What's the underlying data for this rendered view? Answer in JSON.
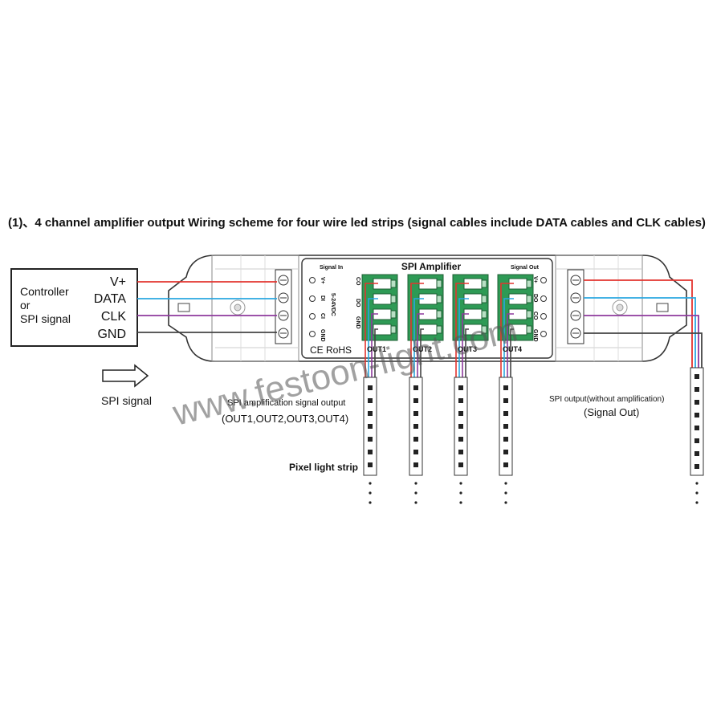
{
  "title": "(1)、4 channel amplifier output Wiring scheme for four wire led strips (signal cables include DATA cables and CLK cables)",
  "controller": {
    "line1": "Controller",
    "line2": "or",
    "line3": "SPI signal",
    "terminals": [
      "V+",
      "DATA",
      "CLK",
      "GND"
    ]
  },
  "spi_signal_label": "SPI signal",
  "amplifier": {
    "name": "SPI Amplifier",
    "signal_in": "Signal In",
    "signal_out": "Signal Out",
    "voltage": "5-24VDC",
    "in_pins": [
      "V+",
      "DI",
      "CI",
      "GND"
    ],
    "out_pins": [
      "V+",
      "DO",
      "CO",
      "GND"
    ],
    "outputs": [
      "OUT1",
      "OUT2",
      "OUT3",
      "OUT4"
    ],
    "marks": "CE RoHS"
  },
  "labels": {
    "amp_output_line1": "SPI amplification signal output",
    "amp_output_line2": "(OUT1,OUT2,OUT3,OUT4)",
    "pixel_strip": "Pixel light strip",
    "signal_out_line1": "SPI output(without amplification)",
    "signal_out_line2": "(Signal Out)"
  },
  "watermark": "www.festoon-light.com",
  "colors": {
    "vplus": "#e3342f",
    "data": "#2aa7e0",
    "clk": "#8e3a9d",
    "gnd": "#444444",
    "terminal_green": "#2e9a55"
  }
}
